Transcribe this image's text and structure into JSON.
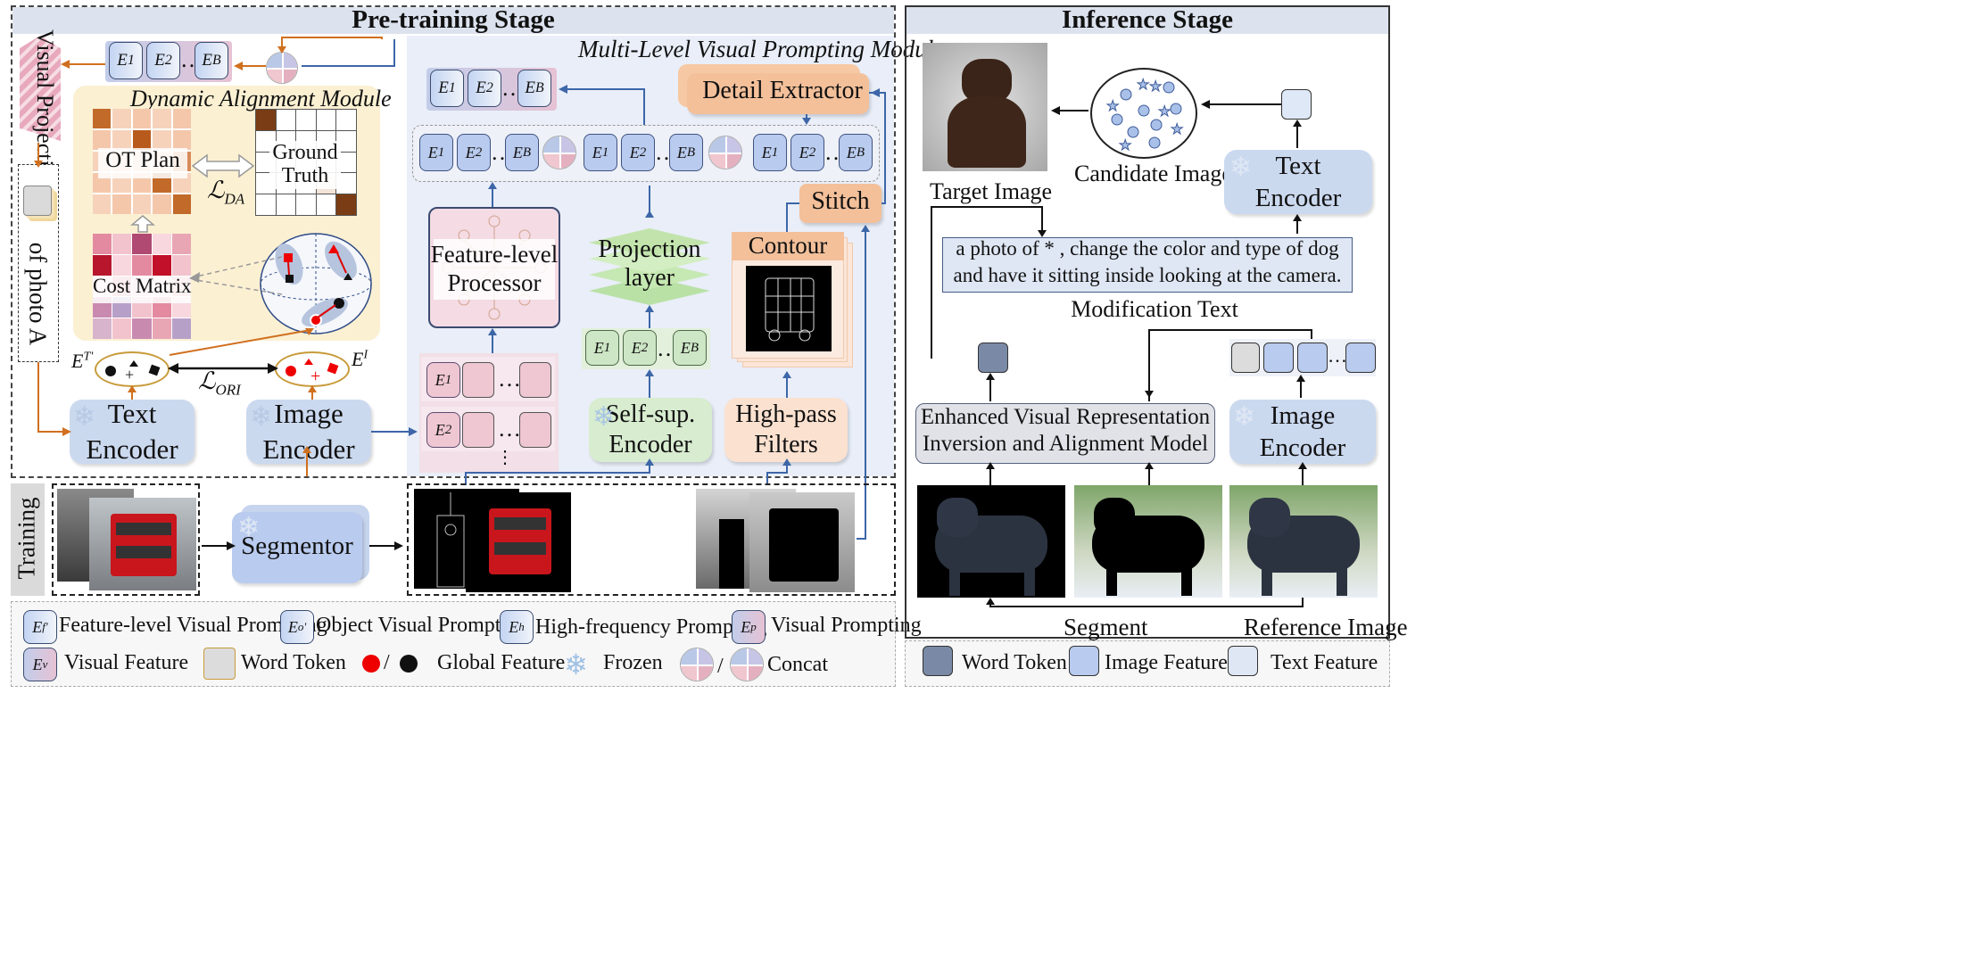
{
  "pretrain": {
    "title": "Pre-training Stage",
    "mlvp_title": "Multi-Level Visual Prompting Module",
    "visual_projection": "Visual Projection",
    "dam_title": "Dynamic Alignment Module",
    "ot_plan": "OT Plan",
    "ground_truth_line1": "Ground",
    "ground_truth_line2": "Truth",
    "loss_da": "ℒDA",
    "cost_matrix": "Cost Matrix",
    "prompt_text": "of photo A",
    "et_label": "ET'",
    "ei_label": "EI",
    "loss_ori": "ℒORI",
    "text_encoder_1": "Text",
    "text_encoder_2": "Encoder",
    "image_encoder_1": "Image",
    "image_encoder_2": "Encoder",
    "feature_processor_1": "Feature-level",
    "feature_processor_2": "Processor",
    "projection_1": "Projection",
    "projection_2": "layer",
    "contour": "Contour",
    "detail_extractor": "Detail Extractor",
    "stitch": "Stitch",
    "selfsup_1": "Self-sup.",
    "selfsup_2": "Encoder",
    "highpass_1": "High-pass",
    "highpass_2": "Filters",
    "training": "Training",
    "segmentor": "Segmentor"
  },
  "inference": {
    "title": "Inference Stage",
    "target_image": "Target Image",
    "candidate_image": "Candidate Image",
    "text_encoder_1": "Text",
    "text_encoder_2": "Encoder",
    "mod_text_line1": "a photo of * , change the color and type of dog",
    "mod_text_line2": "and have it sitting inside looking at the camera.",
    "modification_text": "Modification Text",
    "model_line1": "Enhanced Visual Representation",
    "model_line2": "Inversion and Alignment Model",
    "image_encoder_1": "Image",
    "image_encoder_2": "Encoder",
    "segment": "Segment",
    "reference_image": "Reference Image"
  },
  "legend_left": {
    "fvp": "Feature-level Visual Prompting",
    "ovp": "Object Visual  Prompting",
    "hfp": "High-frequency Prompting",
    "vp": "Visual Prompting",
    "vf": "Visual Feature",
    "wt": "Word Token",
    "slash1": "/",
    "gf": "Global Feature",
    "frozen": "Frozen",
    "slash2": "/",
    "concat": "Concat"
  },
  "legend_right": {
    "wt": "Word Token",
    "if": "Image Feature",
    "tf": "Text Feature"
  },
  "colors": {
    "stage_header": "#dde3ee",
    "encoder": "#cbd9ef",
    "dam_bg": "#fbf0d2",
    "mlvp_bg": "#e9eef8",
    "orange_arrow": "#d0701f",
    "blue_arrow": "#3d66a8"
  },
  "icons": [
    "snowflake-icon",
    "concat-icon",
    "arrow-icon"
  ]
}
